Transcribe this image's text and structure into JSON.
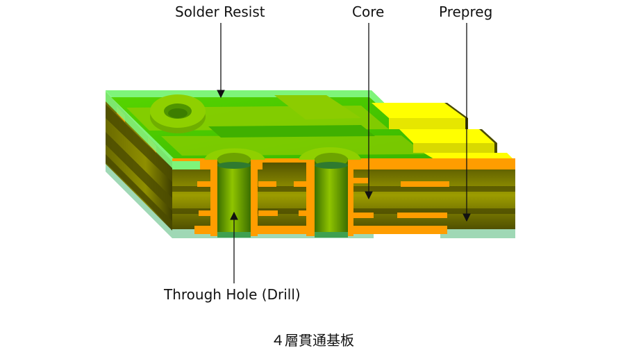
{
  "labels": {
    "solder_resist": "Solder Resist",
    "core": "Core",
    "prepreg": "Prepreg",
    "through_hole": "Through Hole (Drill)"
  },
  "caption": "４層貫通基板",
  "colors": {
    "solder_resist_top": "#44c400",
    "solder_resist_light": "#7ef47a",
    "copper": "#ff9d00",
    "laminate_dark": "#4d4d00",
    "laminate_mid": "#9a9a00",
    "prepreg_yellow": "#ffff00",
    "via_green": "#6a9f00",
    "bottom_resist": "#9fd8b5",
    "leader_line": "#111111"
  }
}
